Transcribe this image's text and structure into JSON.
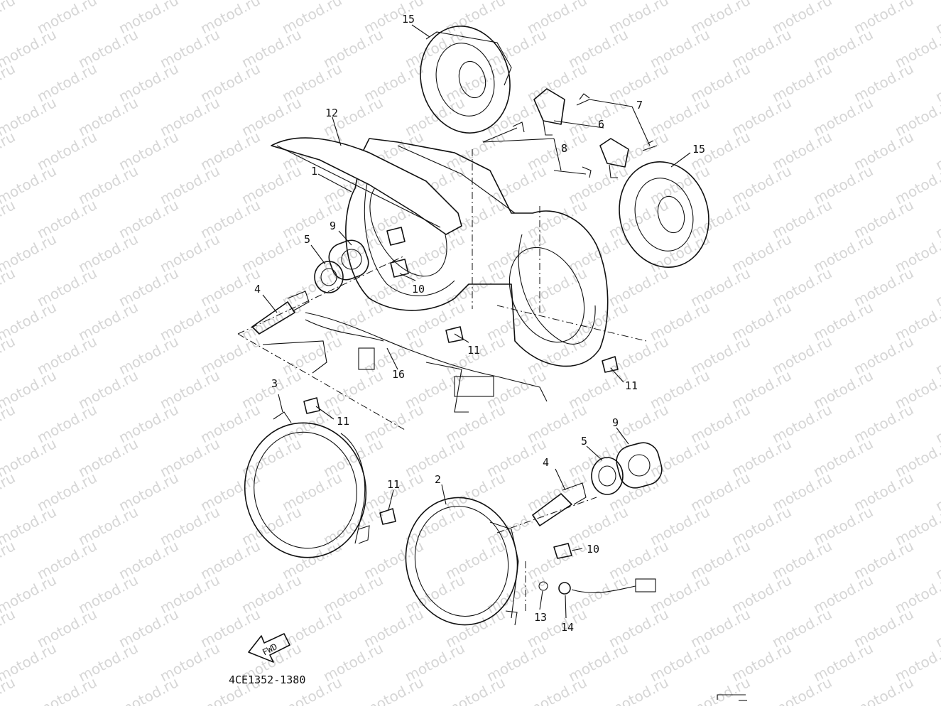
{
  "diagram": {
    "part_code": "4CE1352-1380",
    "fwd_label": "FWD",
    "watermark_text": "motod.ru",
    "callouts": [
      "1",
      "2",
      "3",
      "4",
      "4",
      "5",
      "5",
      "6",
      "7",
      "8",
      "9",
      "9",
      "10",
      "10",
      "11",
      "11",
      "11",
      "11",
      "12",
      "13",
      "14",
      "15",
      "15",
      "16"
    ]
  }
}
